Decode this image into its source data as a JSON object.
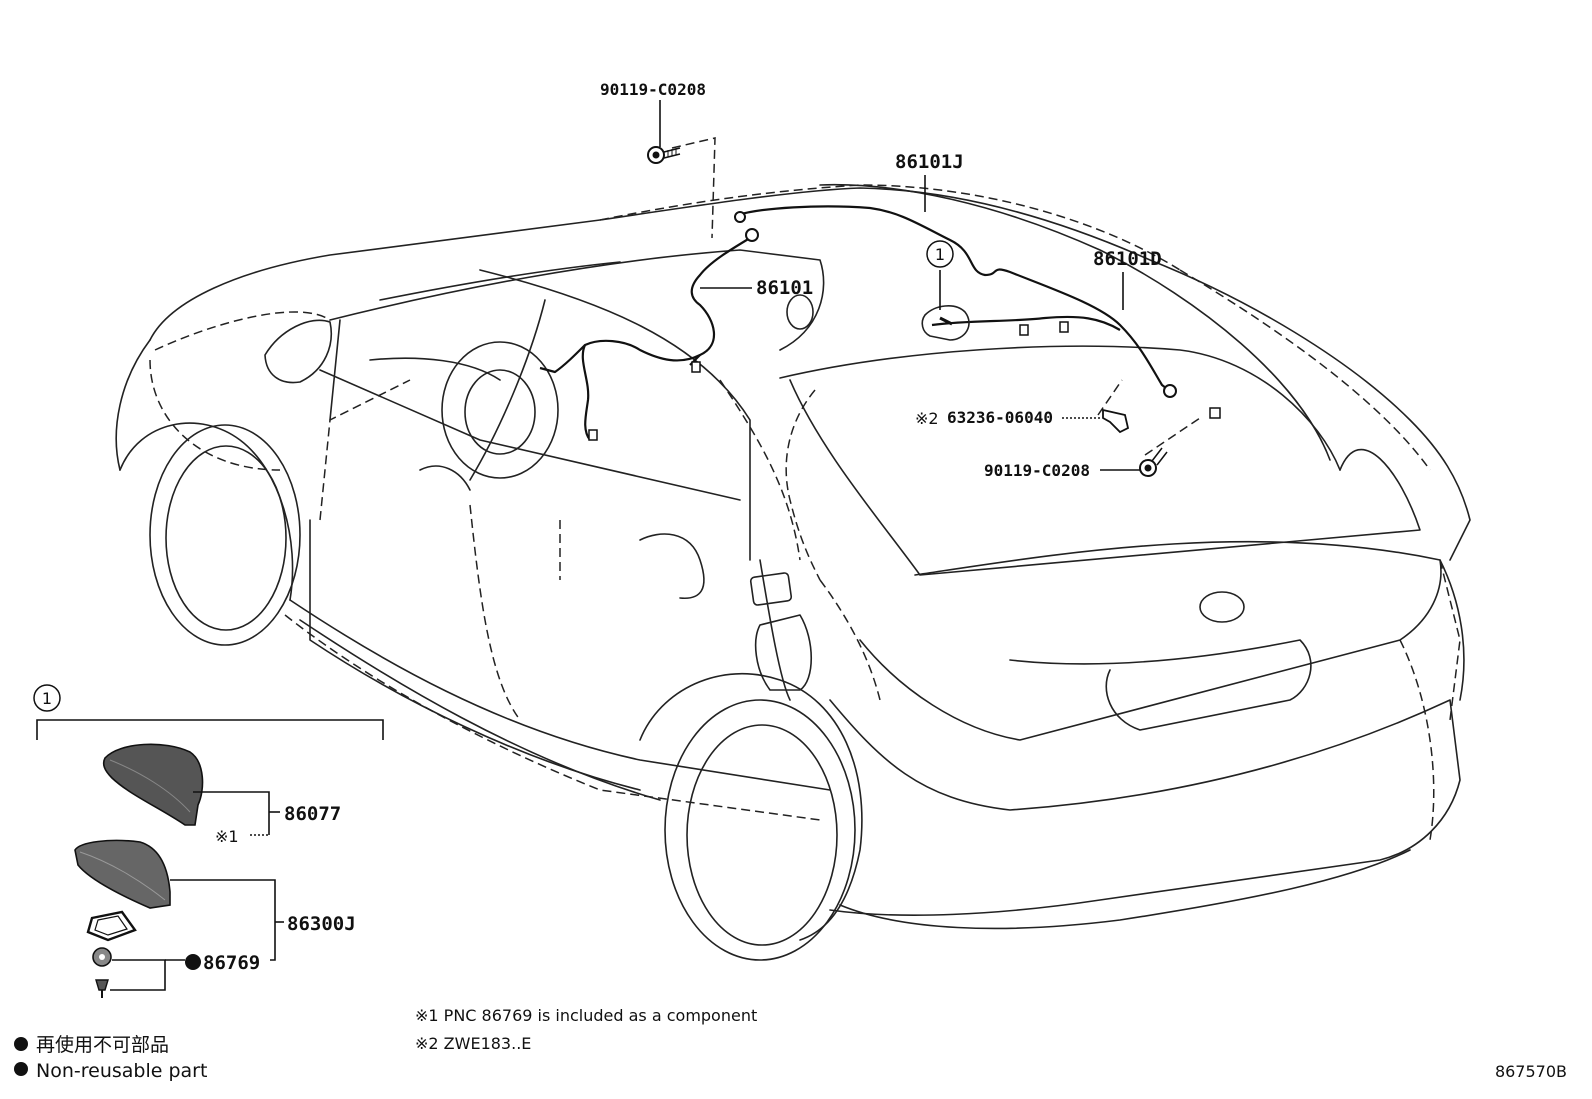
{
  "diagram": {
    "callouts": {
      "bolt_top": "90119-C0208",
      "harness_j": "86101J",
      "harness_d": "86101D",
      "harness": "86101",
      "clip": "63236-06040",
      "clip_prefix": "※2",
      "bolt_rear": "90119-C0208",
      "antenna_cover": "86077",
      "antenna_assy": "86300J",
      "gasket": "86769",
      "note_ref": "※1"
    },
    "group_marker": "1",
    "notes": {
      "note1": "※1 PNC 86769 is included as a component",
      "note2": "※2 ZWE183..E"
    },
    "legend": {
      "jp": "再使用不可部品",
      "en": "Non-reusable part"
    },
    "figure_id": "867570B"
  }
}
